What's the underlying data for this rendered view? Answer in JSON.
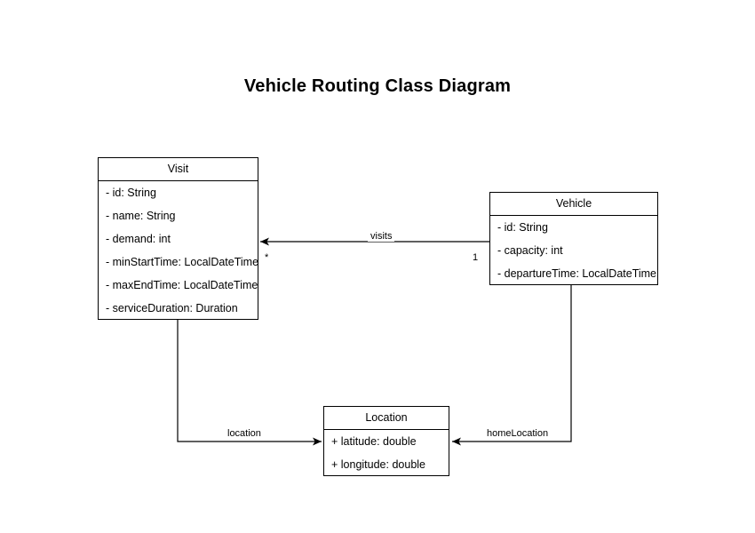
{
  "diagram": {
    "title": "Vehicle Routing Class Diagram",
    "type": "uml-class-diagram",
    "background_color": "#ffffff",
    "line_color": "#000000",
    "classes": [
      {
        "id": "visit",
        "name": "Visit",
        "attributes": [
          "- id: String",
          "- name: String",
          "- demand: int",
          "- minStartTime: LocalDateTime",
          "- maxEndTime: LocalDateTime",
          "- serviceDuration: Duration"
        ]
      },
      {
        "id": "vehicle",
        "name": "Vehicle",
        "attributes": [
          "- id: String",
          "- capacity: int",
          "- departureTime: LocalDateTime"
        ]
      },
      {
        "id": "location",
        "name": "Location",
        "attributes": [
          "+ latitude: double",
          "+ longitude: double"
        ]
      }
    ],
    "associations": [
      {
        "id": "visits",
        "label": "visits",
        "from": "Vehicle",
        "to": "Visit",
        "source_multiplicity": "1",
        "target_multiplicity": "*",
        "arrow": "open-arrow-at-target"
      },
      {
        "id": "location",
        "label": "location",
        "from": "Visit",
        "to": "Location",
        "arrow": "open-arrow-at-target"
      },
      {
        "id": "homeLocation",
        "label": "homeLocation",
        "from": "Vehicle",
        "to": "Location",
        "arrow": "open-arrow-at-target"
      }
    ]
  }
}
